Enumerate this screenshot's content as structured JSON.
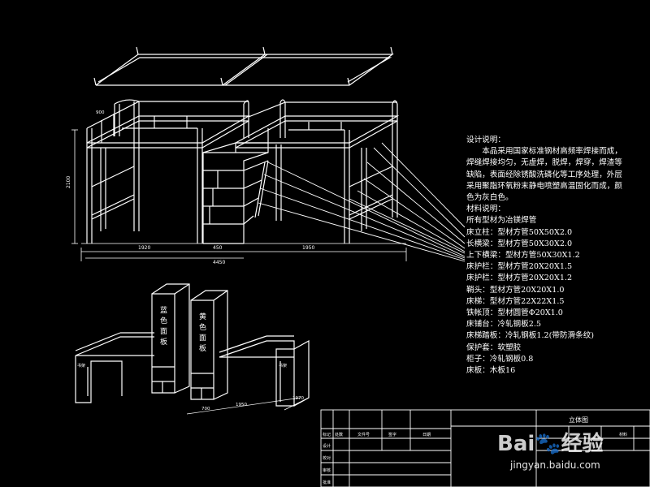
{
  "notes": {
    "title": "设计说明：",
    "body": "本品采用国家标准钢材高频率焊接而成，焊缝焊接均匀，无虚焊，脱焊，焊穿，焊渣等缺陷，表面经除锈酸洗磷化等工序处理，外层采用聚脂环氧粉末静电喷塑高温固化而成，颜色为灰白色。",
    "materials_title": "材料说明：",
    "materials_sub": "所有型材为冶镁焊管",
    "materials": [
      "床立柱：型材方管50X50X2.0",
      "长横梁：型材方管50X30X2.0",
      "上下横梁：型材方管50X30X1.2",
      "床护栏：型材方管20X20X1.5",
      "床护栏：型材方管20X20X1.2",
      "鞘头：型材方管20X20X1.0",
      "床梯：型材方管22X22X1.5",
      "铁帐顶：型材圆管Φ20X1.0",
      "床铺台：冷轧钢板2.5",
      "床梯踏板：冷轧钢板1.2(带防滑条纹)",
      "保护套：软塑胶",
      "柜子：冷轧钢板0.8",
      "床板：木板16"
    ]
  },
  "dims": {
    "left_width": "1920",
    "mid_width": "450",
    "right_width": "1950",
    "total_width": "4450",
    "left_height": "2100",
    "bed_width": "900",
    "desk_total": "1950",
    "desk_left": "1970",
    "desk_gap": "700"
  },
  "cabinets": {
    "left_label": [
      "蓝",
      "色",
      "面",
      "板"
    ],
    "right_label": [
      "黄",
      "色",
      "面",
      "板"
    ],
    "small_left": "书架",
    "small_right": "书架"
  },
  "title_block": {
    "drawing_title": "立体图",
    "header_cells": [
      "标记",
      "处数",
      "文件号",
      "签字",
      "日期",
      "材料"
    ],
    "row_labels": [
      "设计",
      "校对",
      "审核",
      "批准"
    ]
  },
  "watermark": {
    "brand": "Bai",
    "brand2": "经验",
    "url": "jingyan.baidu.com"
  },
  "colors": {
    "background": "#000000",
    "line": "#ffffff"
  }
}
